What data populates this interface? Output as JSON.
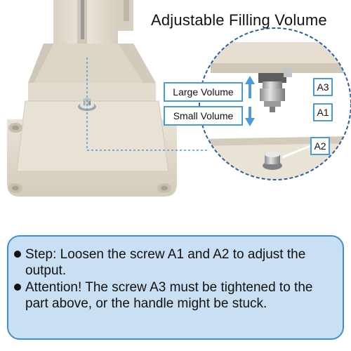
{
  "header": {
    "title": "Adjustable Filling Volume"
  },
  "diagram": {
    "large_volume": "Large Volume",
    "small_volume": "Small Volume",
    "tags": {
      "a3": "A3",
      "a1": "A1",
      "a2": "A2"
    },
    "colors": {
      "accent": "#4a9bd6",
      "panel_fill": "#c9dff3",
      "panel_border": "#3f8fd0",
      "machine_body": "#e6dfd1"
    }
  },
  "notes": {
    "step": "Step: Loosen the screw A1 and A2 to adjust the output.",
    "attention": "Attention! The screw A3 must be tightened to the part above, or the handle might be stuck."
  }
}
